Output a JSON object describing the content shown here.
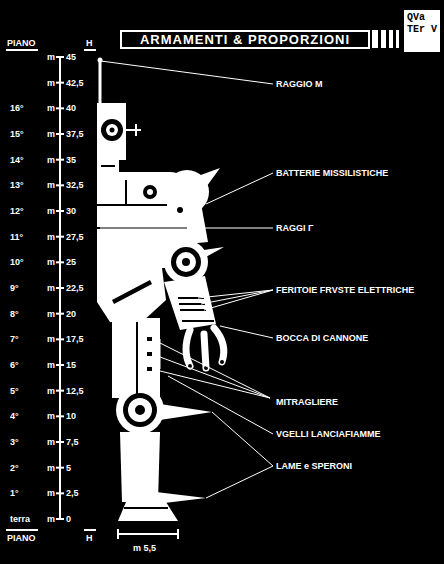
{
  "diagram": {
    "title": "ARMAMENTI & PROPORZIONI",
    "nodes": [
      {
        "text": [
          "QVa TEr V"
        ]
      }
    ],
    "edges": [],
    "labels": [
      "PIANO",
      "H",
      "m",
      "45",
      "m",
      "42,5",
      "16°",
      "m",
      "40",
      "15°",
      "m",
      "37,5",
      "14°",
      "m",
      "35",
      "13°",
      "m",
      "32,5",
      "12°",
      "m",
      "30",
      "11°",
      "m",
      "27,5",
      "10°",
      "m",
      "25",
      "9°",
      "m",
      "22,5",
      "8°",
      "m",
      "20",
      "7°",
      "m",
      "17,5",
      "6°",
      "m",
      "15",
      "5°",
      "m",
      "12,5",
      "4°",
      "m",
      "10",
      "3°",
      "m",
      "7,5",
      "2°",
      "m",
      "5",
      "1°",
      "m",
      "2,5",
      "terra",
      "m",
      "0",
      "RAGGIO M",
      "BATTERIE MISSILISTICHE",
      "RAGGI Γ",
      "FERITOIE FRVSTE ELETTRICHE",
      "BOCCA DI CANNONE",
      "MITRAGLIERE",
      "VGELLI LANCIAFIAMME",
      "LAME e SPERONI",
      "m 5,5",
      "PIANO",
      "H"
    ]
  }
}
